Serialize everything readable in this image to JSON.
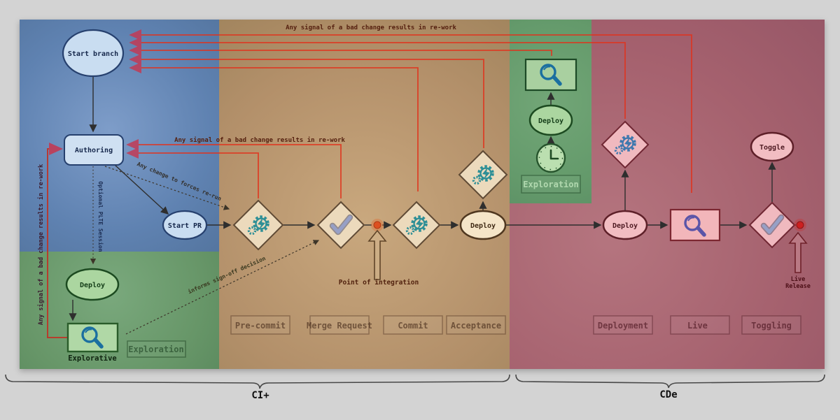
{
  "nodes": {
    "start_branch": "Start branch",
    "authoring": "Authoring",
    "start_pr": "Start PR",
    "deploy_explore": "Deploy",
    "explorative": "Explorative",
    "exploration_left": "Exploration",
    "deploy_ci": "Deploy",
    "deploy_exploration": "Deploy",
    "exploration_top": "Exploration",
    "deploy_cde": "Deploy",
    "toggle": "Toggle"
  },
  "annotations": {
    "rework_top": "Any signal of a bad change results in re-work",
    "rework_mid": "Any signal of a bad change results in re-work",
    "rework_left": "Any signal of a bad change results in re-work",
    "change_rerun": "Any change to forces re-run",
    "optional_plte": "Optional PLTE Session",
    "informs_signoff": "informs sign-off decision",
    "point_of_integration": "Point of integration",
    "live_release_line1": "Live",
    "live_release_line2": "Release"
  },
  "stage_labels": {
    "pre_commit": "Pre-commit",
    "merge_request": "Merge Request",
    "commit": "Commit",
    "acceptance": "Acceptance",
    "deployment": "Deployment",
    "live": "Live",
    "toggling": "Toggling"
  },
  "braces": {
    "ci": "CI+",
    "cde": "CDe"
  },
  "colors": {
    "region_blue": "#5f82b1",
    "region_green": "#679668",
    "region_tan": "#b3906a",
    "region_red": "#a5616e",
    "rework_red": "#e2321c",
    "blue_node_fill": "#c9ddf1",
    "green_node_fill": "#abd6a0",
    "tan_node_fill": "#f0dfc0",
    "red_node_fill": "#f2bdc2"
  }
}
